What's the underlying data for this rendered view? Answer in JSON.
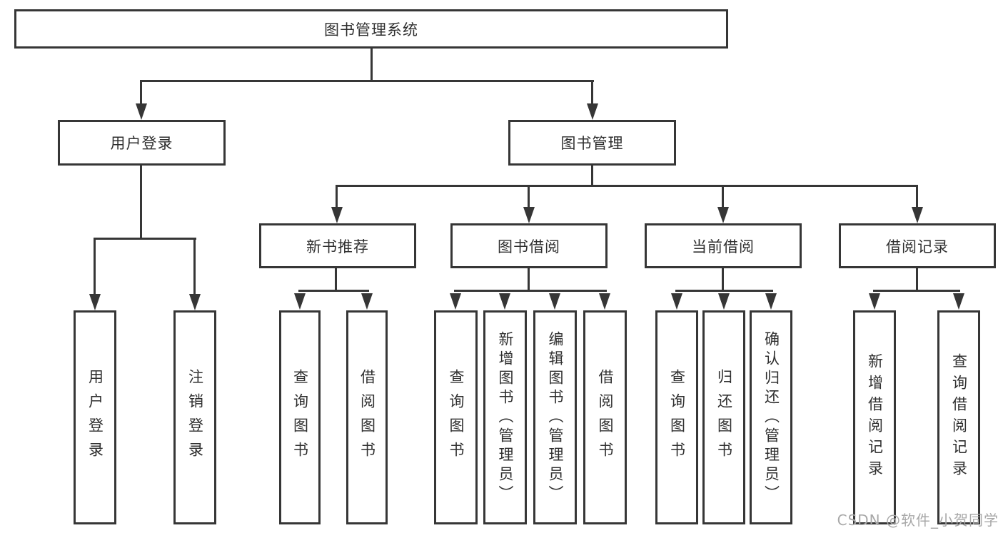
{
  "colors": {
    "line": "#363636",
    "text": "#2f2f2f",
    "wm": "#a8a8a8",
    "bg": "#ffffff"
  },
  "tree": {
    "root": "图书管理系统",
    "level2": [
      {
        "label": "用户登录"
      },
      {
        "label": "图书管理"
      }
    ],
    "level3": [
      {
        "label": "新书推荐"
      },
      {
        "label": "图书借阅"
      },
      {
        "label": "当前借阅"
      },
      {
        "label": "借阅记录"
      }
    ],
    "leaves": {
      "user_login": [
        {
          "label": "用户登录"
        },
        {
          "label": "注销登录"
        }
      ],
      "new_book": [
        {
          "label": "查询图书"
        },
        {
          "label": "借阅图书"
        }
      ],
      "book_borrow": [
        {
          "label": "查询图书"
        },
        {
          "label": "新增图书（管理员）"
        },
        {
          "label": "编辑图书（管理员）"
        },
        {
          "label": "借阅图书"
        }
      ],
      "current_borrow": [
        {
          "label": "查询图书"
        },
        {
          "label": "归还图书"
        },
        {
          "label": "确认归还（管理员）"
        }
      ],
      "borrow_record": [
        {
          "label": "新增借阅记录"
        },
        {
          "label": "查询借阅记录"
        }
      ]
    }
  },
  "watermark": {
    "text": "CSDN @软件_小贺同学"
  }
}
